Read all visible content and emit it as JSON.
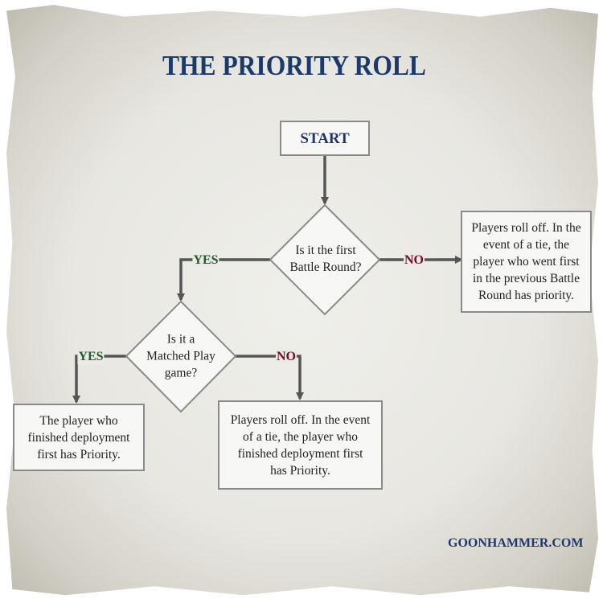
{
  "title": "THE PRIORITY ROLL",
  "start": "START",
  "decision1": {
    "line1": "Is it the first",
    "line2": "Battle Round?"
  },
  "decision2": {
    "line1": "Is it a",
    "line2": "Matched Play",
    "line3": "game?"
  },
  "labels": {
    "yes1": "YES",
    "no1": "NO",
    "yes2": "YES",
    "no2": "NO"
  },
  "outcomes": {
    "no_first_round": "Players roll off. In the event of a tie, the player who went first in the previous Battle Round has priority.",
    "matched_play_yes": "The player who finished deployment first has Priority.",
    "matched_play_no": "Players roll off. In the event of a tie, the player who finished deployment first has Priority."
  },
  "footer": "GOONHAMMER.COM"
}
